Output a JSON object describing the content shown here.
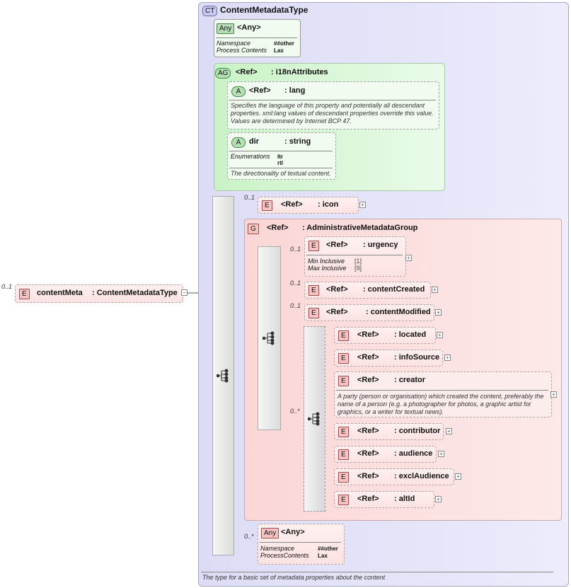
{
  "root": {
    "card": "0..1",
    "badge": "E",
    "label": "contentMeta",
    "type": ": ContentMetadataType",
    "toggle": "−"
  },
  "complex_type": {
    "badge": "CT",
    "title": "ContentMetadataType",
    "description": "The type for a  basic set of metadata properties about the content"
  },
  "any1": {
    "badge": "Any",
    "label": "<Any>",
    "props": [
      {
        "k": "Namespace",
        "v": "##other"
      },
      {
        "k": "Process Contents",
        "v": "Lax"
      }
    ]
  },
  "attr_group": {
    "badge": "AG",
    "ref": "<Ref>",
    "name": ": i18nAttributes",
    "lang": {
      "badge": "A",
      "ref": "<Ref>",
      "name": ": lang",
      "doc": "Specifies the language of this property and potentially all descendant properties. xml:lang values of descendant properties override this value. Values are determined by Internet BCP 47."
    },
    "dir": {
      "badge": "A",
      "name": "dir",
      "type": ": string",
      "enum_label": "Enumerations",
      "enum_values": [
        "ltr",
        "rtl"
      ],
      "doc": "The directionality of textual content."
    }
  },
  "icon": {
    "card": "0..1",
    "badge": "E",
    "ref": "<Ref>",
    "name": ": icon"
  },
  "group": {
    "badge": "G",
    "ref": "<Ref>",
    "name": ": AdministrativeMetadataGroup",
    "urgency": {
      "card": "0..1",
      "badge": "E",
      "ref": "<Ref>",
      "name": ": urgency",
      "props": [
        {
          "k": "Min Inclusive",
          "v": "[1]"
        },
        {
          "k": "Max Inclusive",
          "v": "[9]"
        }
      ]
    },
    "contentCreated": {
      "card": "0..1",
      "badge": "E",
      "ref": "<Ref>",
      "name": ": contentCreated"
    },
    "contentModified": {
      "card": "0..1",
      "badge": "E",
      "ref": "<Ref>",
      "name": ": contentModified"
    },
    "choice_card": "0..*",
    "choice": [
      {
        "badge": "E",
        "ref": "<Ref>",
        "name": ": located"
      },
      {
        "badge": "E",
        "ref": "<Ref>",
        "name": ": infoSource"
      },
      {
        "badge": "E",
        "ref": "<Ref>",
        "name": ": creator",
        "doc": "A party (person or organisation) which created the content, preferably the name of a person (e.g. a photographer for photos, a graphic artist for graphics, or a writer for textual news)."
      },
      {
        "badge": "E",
        "ref": "<Ref>",
        "name": ": contributor"
      },
      {
        "badge": "E",
        "ref": "<Ref>",
        "name": ": audience"
      },
      {
        "badge": "E",
        "ref": "<Ref>",
        "name": ": exclAudience"
      },
      {
        "badge": "E",
        "ref": "<Ref>",
        "name": ": altId"
      }
    ]
  },
  "any2": {
    "card": "0..*",
    "badge": "Any",
    "label": "<Any>",
    "props": [
      {
        "k": "Namespace",
        "v": "##other"
      },
      {
        "k": "ProcessContents",
        "v": "Lax"
      }
    ]
  },
  "expand_symbol": "+"
}
